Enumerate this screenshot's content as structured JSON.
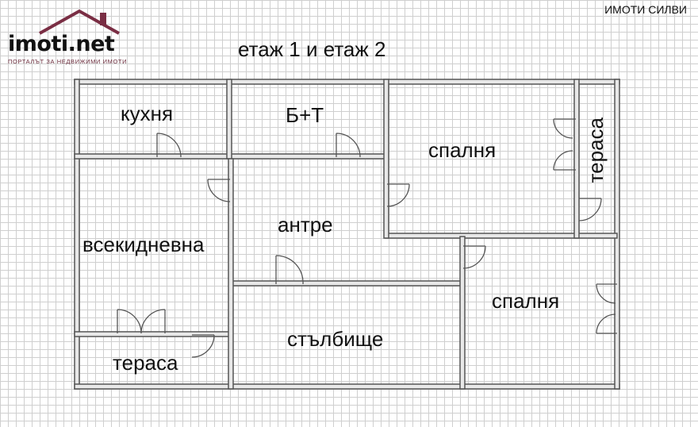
{
  "logo": {
    "brand": "imoti.net",
    "tagline": "ПОРТАЛЪТ ЗА НЕДВИЖИМИ ИМОТИ"
  },
  "agency": "ИМОТИ СИЛВИ",
  "title": "етаж 1 и етаж 2",
  "rooms": {
    "kitchen": "кухня",
    "bathroom": "Б+Т",
    "bedroom_top": "спалня",
    "terrace_right": "тераса",
    "hall": "антре",
    "living_room": "всекидневна",
    "bedroom_bottom": "спалня",
    "staircase": "стълбище",
    "terrace_left": "тераса"
  },
  "colors": {
    "wall": "#555555",
    "wall_fill": "#e8e8e8",
    "grid": "#cfcfcf",
    "brand": "#7a2e44"
  }
}
